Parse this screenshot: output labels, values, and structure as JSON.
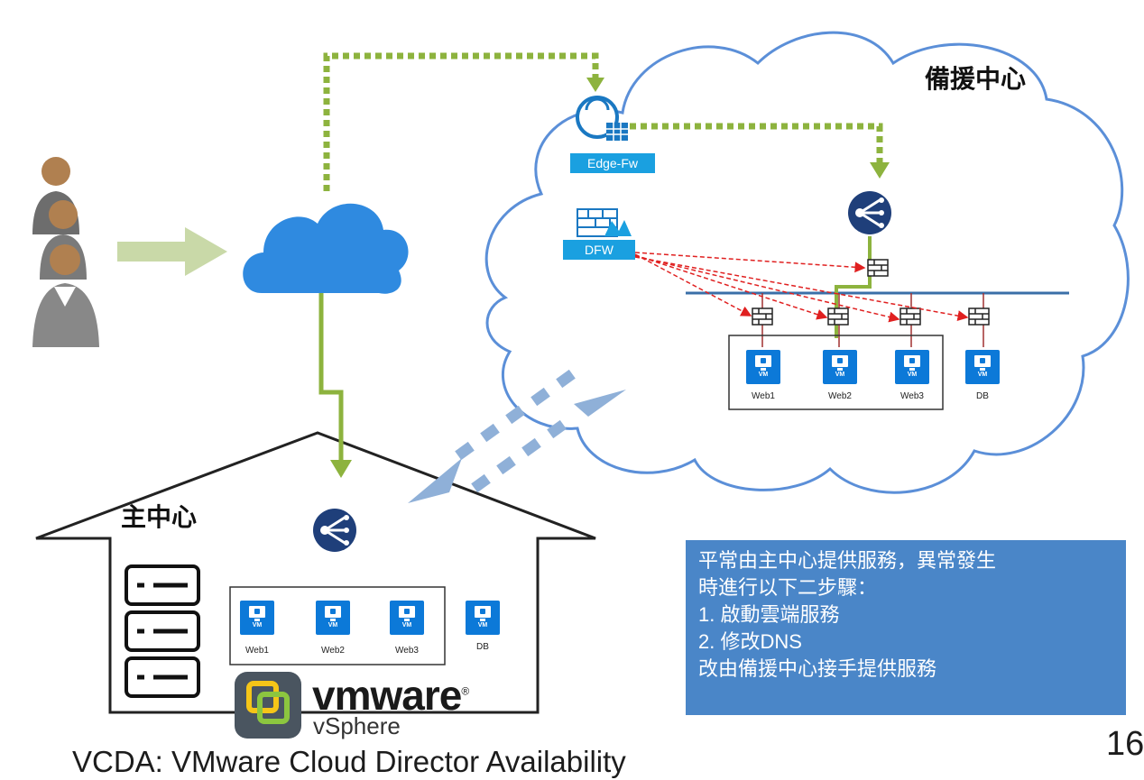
{
  "backup_center_label": "備援中心",
  "main_center_label": "主中心",
  "edge_fw_label": "Edge-Fw",
  "dfw_label": "DFW",
  "cloud_vms": [
    {
      "label": "Web1",
      "vm_text": "VM"
    },
    {
      "label": "Web2",
      "vm_text": "VM"
    },
    {
      "label": "Web3",
      "vm_text": "VM"
    },
    {
      "label": "DB",
      "vm_text": "VM"
    }
  ],
  "main_vms": [
    {
      "label": "Web1",
      "vm_text": "VM"
    },
    {
      "label": "Web2",
      "vm_text": "VM"
    },
    {
      "label": "Web3",
      "vm_text": "VM"
    },
    {
      "label": "DB",
      "vm_text": "VM"
    }
  ],
  "note_lines": [
    "平常由主中心提供服務，異常發生",
    "時進行以下二步驟：",
    "1.   啟動雲端服務",
    "2.   修改DNS",
    "改由備援中心接手提供服務"
  ],
  "vmware_brand": "vmware",
  "vmware_reg": "®",
  "vsphere_label": "vSphere",
  "caption": "VCDA: VMware Cloud Director Availability",
  "page_number": "16",
  "colors": {
    "cloud_outline": "#5b8fd8",
    "green_link": "#8db33e",
    "red_arrow": "#e02020",
    "note_bg": "#4a86c8",
    "vm_blue": "#0c79d8",
    "lb_navy": "#1f3f7a",
    "light_arrow": "#c9d9a8",
    "replication_arrow": "#8fb0d8"
  }
}
